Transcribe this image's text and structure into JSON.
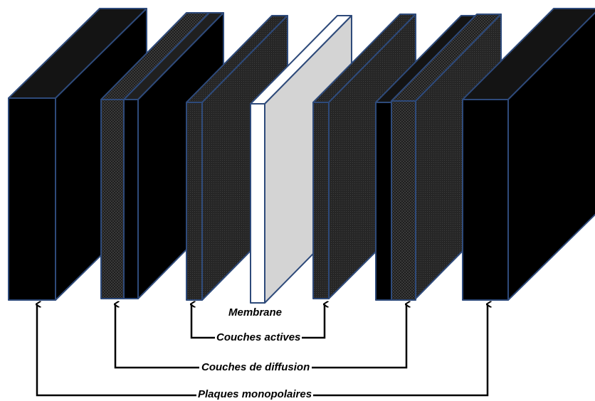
{
  "colors": {
    "plate_fill": "#000000",
    "plate_top": "#1a1a1a",
    "diffusion_fill": "#222222",
    "active_fill": "#2b2b2b",
    "membrane_front": "#ffffff",
    "membrane_side": "#d4d4d4",
    "outline": "#2e4a7a",
    "arrow": "#000000"
  },
  "labels": {
    "membrane": "Membrane",
    "active_layers": "Couches actives",
    "diffusion_layers": "Couches de diffusion",
    "monopolar_plates": "Plaques monopolaires"
  }
}
